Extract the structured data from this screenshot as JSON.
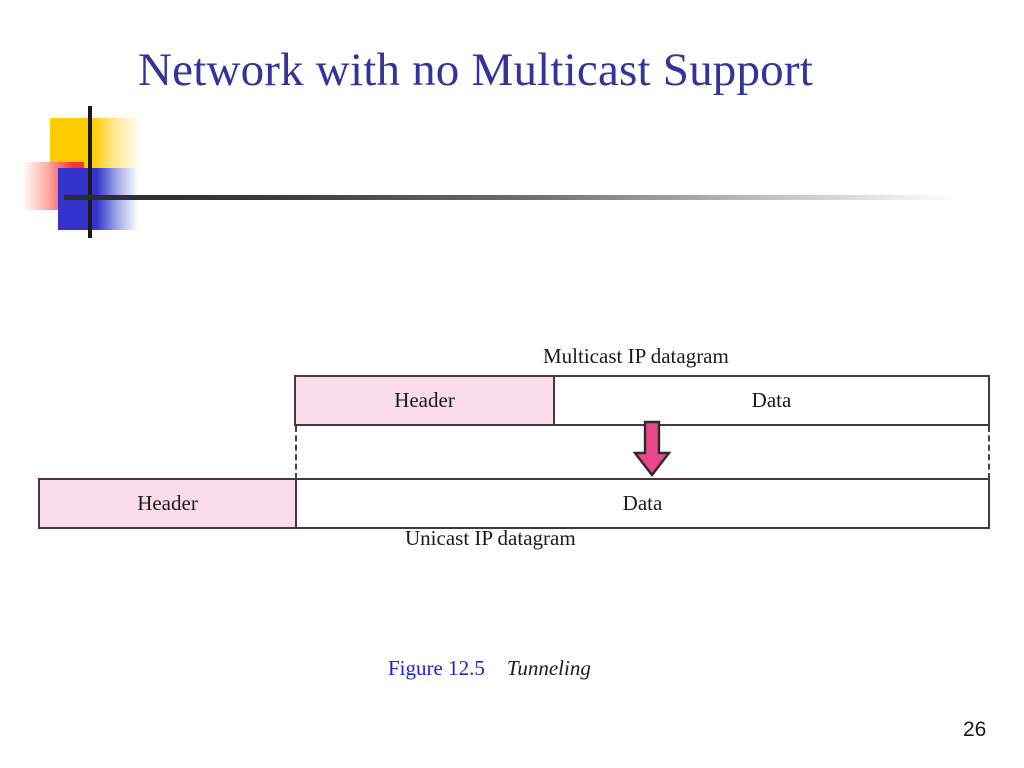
{
  "slide": {
    "title": "Network with no Multicast Support",
    "title_color": "#333399",
    "background": "#ffffff",
    "page_number": "26"
  },
  "logo": {
    "name": "decorative-squares-logo",
    "yellow": "#FFCC00",
    "red": "#FF3333",
    "blue": "#3333CC",
    "line_color": "#1a1a1a"
  },
  "rule": {
    "gradient_from": "#2b2b2b",
    "gradient_to": "#ffffff"
  },
  "figure": {
    "top_label": "Multicast IP datagram",
    "bottom_label": "Unicast IP datagram",
    "fill_color": "#F9DCE8",
    "border_color": "#4a3540",
    "arrow_color": "#E8488A",
    "multicast_row": {
      "cells": [
        {
          "label": "Header",
          "type": "header"
        },
        {
          "label": "Data",
          "type": "data"
        }
      ]
    },
    "unicast_row": {
      "cells": [
        {
          "label": "Header",
          "type": "header"
        },
        {
          "label": "Data",
          "type": "data"
        }
      ]
    },
    "arrow": {
      "name": "encapsulation-arrow",
      "direction": "down"
    }
  },
  "caption": {
    "figure_number": "Figure 12.5",
    "figure_title": "Tunneling",
    "number_color": "#2222CC"
  }
}
